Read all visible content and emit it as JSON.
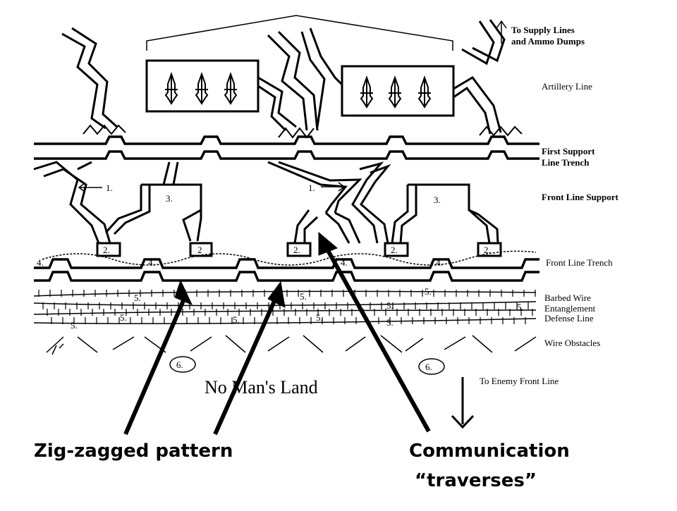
{
  "labels": {
    "to_supply": "To Supply Lines",
    "to_ammo": "and Ammo Dumps",
    "artillery_line": "Artillery Line",
    "first_support_1": "First Support",
    "first_support_2": "Line Trench",
    "front_line_support": "Front Line Support",
    "front_line_trench": "Front Line Trench",
    "barbed_wire_1": "Barbed Wire",
    "barbed_wire_2": "Entanglement",
    "barbed_wire_3": "Defense Line",
    "wire_obstacles": "Wire Obstacles",
    "to_enemy": "To Enemy Front Line",
    "no_mans_land": "No Man's Land"
  },
  "markers": {
    "one": "1.",
    "two": "2.",
    "two_plain": "2",
    "three": "3.",
    "four": "4.",
    "five": "5.",
    "six": "6."
  },
  "callouts": {
    "zigzag": "Zig-zagged pattern",
    "communication_1": "Communication",
    "communication_2": "“traverses”"
  }
}
